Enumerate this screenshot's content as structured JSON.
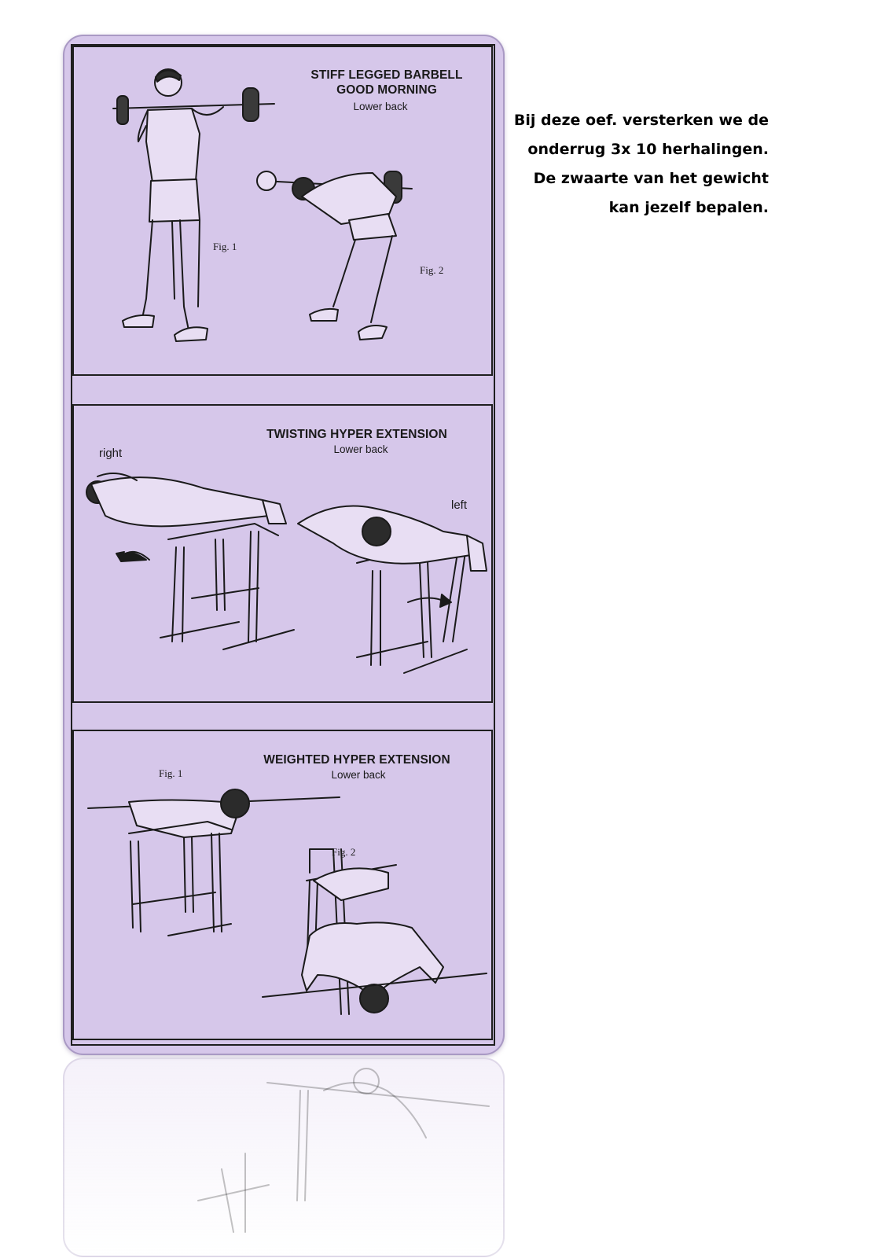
{
  "panels": [
    {
      "title_line1": "STIFF LEGGED BARBELL",
      "title_line2": "GOOD MORNING",
      "subtitle": "Lower back",
      "fig1": "Fig. 1",
      "fig2": "Fig. 2"
    },
    {
      "title_line1": "TWISTING HYPER EXTENSION",
      "subtitle": "Lower back",
      "label_right": "right",
      "label_left": "left"
    },
    {
      "title_line1": "WEIGHTED HYPER EXTENSION",
      "subtitle": "Lower back",
      "fig1": "Fig. 1",
      "fig2": "Fig. 2"
    }
  ],
  "description": {
    "line1": "Bij deze oef. versterken we de",
    "line2": "onderrug  3x 10 herhalingen.",
    "line3": "De zwaarte van het gewicht",
    "line4": "kan jezelf bepalen."
  },
  "colors": {
    "panel_background": "#d6c7ea",
    "border": "#1f1f1f"
  },
  "icons": [
    "barbell-illustration",
    "hyperextension-bench-illustration",
    "rotation-arrow-icon"
  ]
}
